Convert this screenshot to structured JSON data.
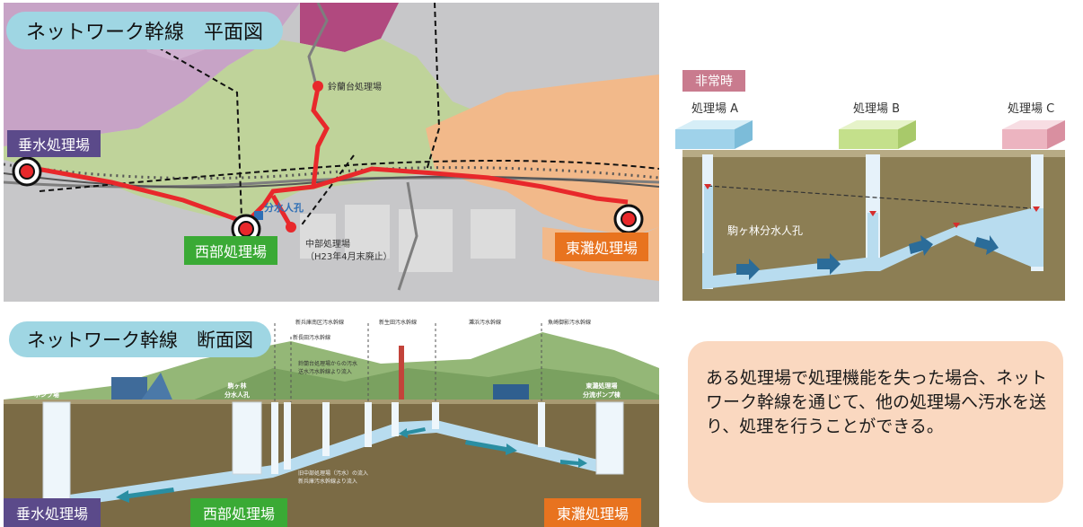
{
  "plan": {
    "title": "ネットワーク幹線　平面図",
    "plants": {
      "tarumi": "垂水処理場",
      "seibu": "西部処理場",
      "higashinada": "東灘処理場",
      "suzurandai": "鈴蘭台処理場",
      "chubu": "中部処理場",
      "chubu_note": "（H23年4月末廃止）"
    },
    "manhole": "分水人孔",
    "colors": {
      "trunk_line": "#e8282b",
      "tarumi_tag": "#5b4a8a",
      "seibu_tag": "#3aaa35",
      "higashinada_tag": "#e8731f"
    }
  },
  "section": {
    "title": "ネットワーク幹線　断面図",
    "plants": {
      "tarumi": "垂水処理場",
      "seibu": "西部処理場",
      "higashinada": "東灘処理場"
    },
    "labels": {
      "tarumi_pump": "垂水ネットワーク\nポンプ場",
      "komagabayashi": "駒ヶ林\n分水人孔",
      "higashinada_pump": "東灘処理場\n分流ポンプ棟",
      "sewer1": "新兵庫南区汚水幹線",
      "sewer2": "新長田汚水幹線",
      "sewer3": "新生田汚水幹線",
      "sewer4": "灘浜汚水幹線",
      "sewer5": "魚崎御影汚水幹線",
      "note1": "鈴蘭台処理場からの汚水\n送水汚水幹線より流入",
      "note2": "旧中部処理場（汚水）の流入\n新兵庫汚水幹線より流入"
    }
  },
  "emergency": {
    "label": "非常時",
    "plant_a": "処理場 A",
    "plant_b": "処理場 B",
    "plant_c": "処理場 C",
    "manhole": "駒ヶ林分水人孔"
  },
  "note": {
    "text": "ある処理場で処理機能を失った場合、ネットワーク幹線を通じて、他の処理場へ汚水を送り、処理を行うことができる。"
  }
}
